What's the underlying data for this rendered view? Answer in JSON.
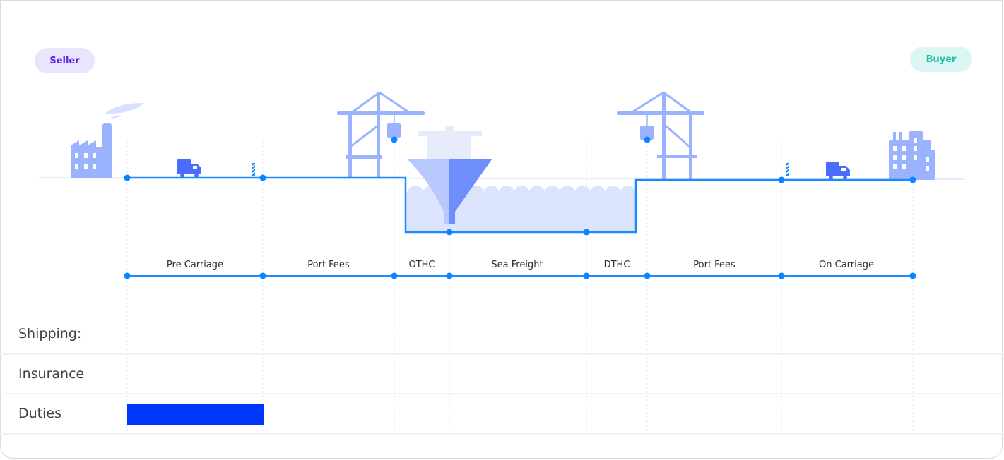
{
  "parties": {
    "seller": "Seller",
    "buyer": "Buyer"
  },
  "segments": [
    "Pre Carriage",
    "Port Fees",
    "OTHC",
    "Sea Freight",
    "DTHC",
    "Port Fees",
    "On Carriage"
  ],
  "rows": [
    {
      "label": "Shipping:"
    },
    {
      "label": "Insurance"
    },
    {
      "label": "Duties",
      "bar": {
        "from_segment": "Pre Carriage",
        "to_segment": "Pre Carriage"
      }
    }
  ],
  "colors": {
    "route": "#1a8cff",
    "icon": "#9bb2ff",
    "bar": "#0037ff",
    "water": "#dbe3fd"
  }
}
